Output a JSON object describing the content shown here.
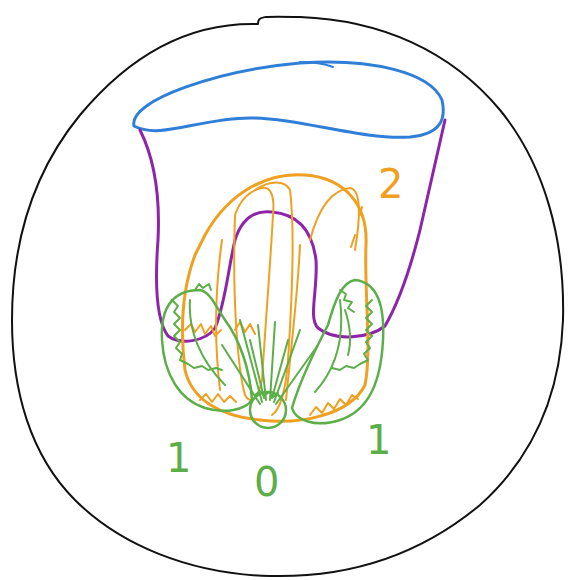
{
  "diagram": {
    "labels": [
      "2",
      "1",
      "0",
      "1"
    ]
  }
}
